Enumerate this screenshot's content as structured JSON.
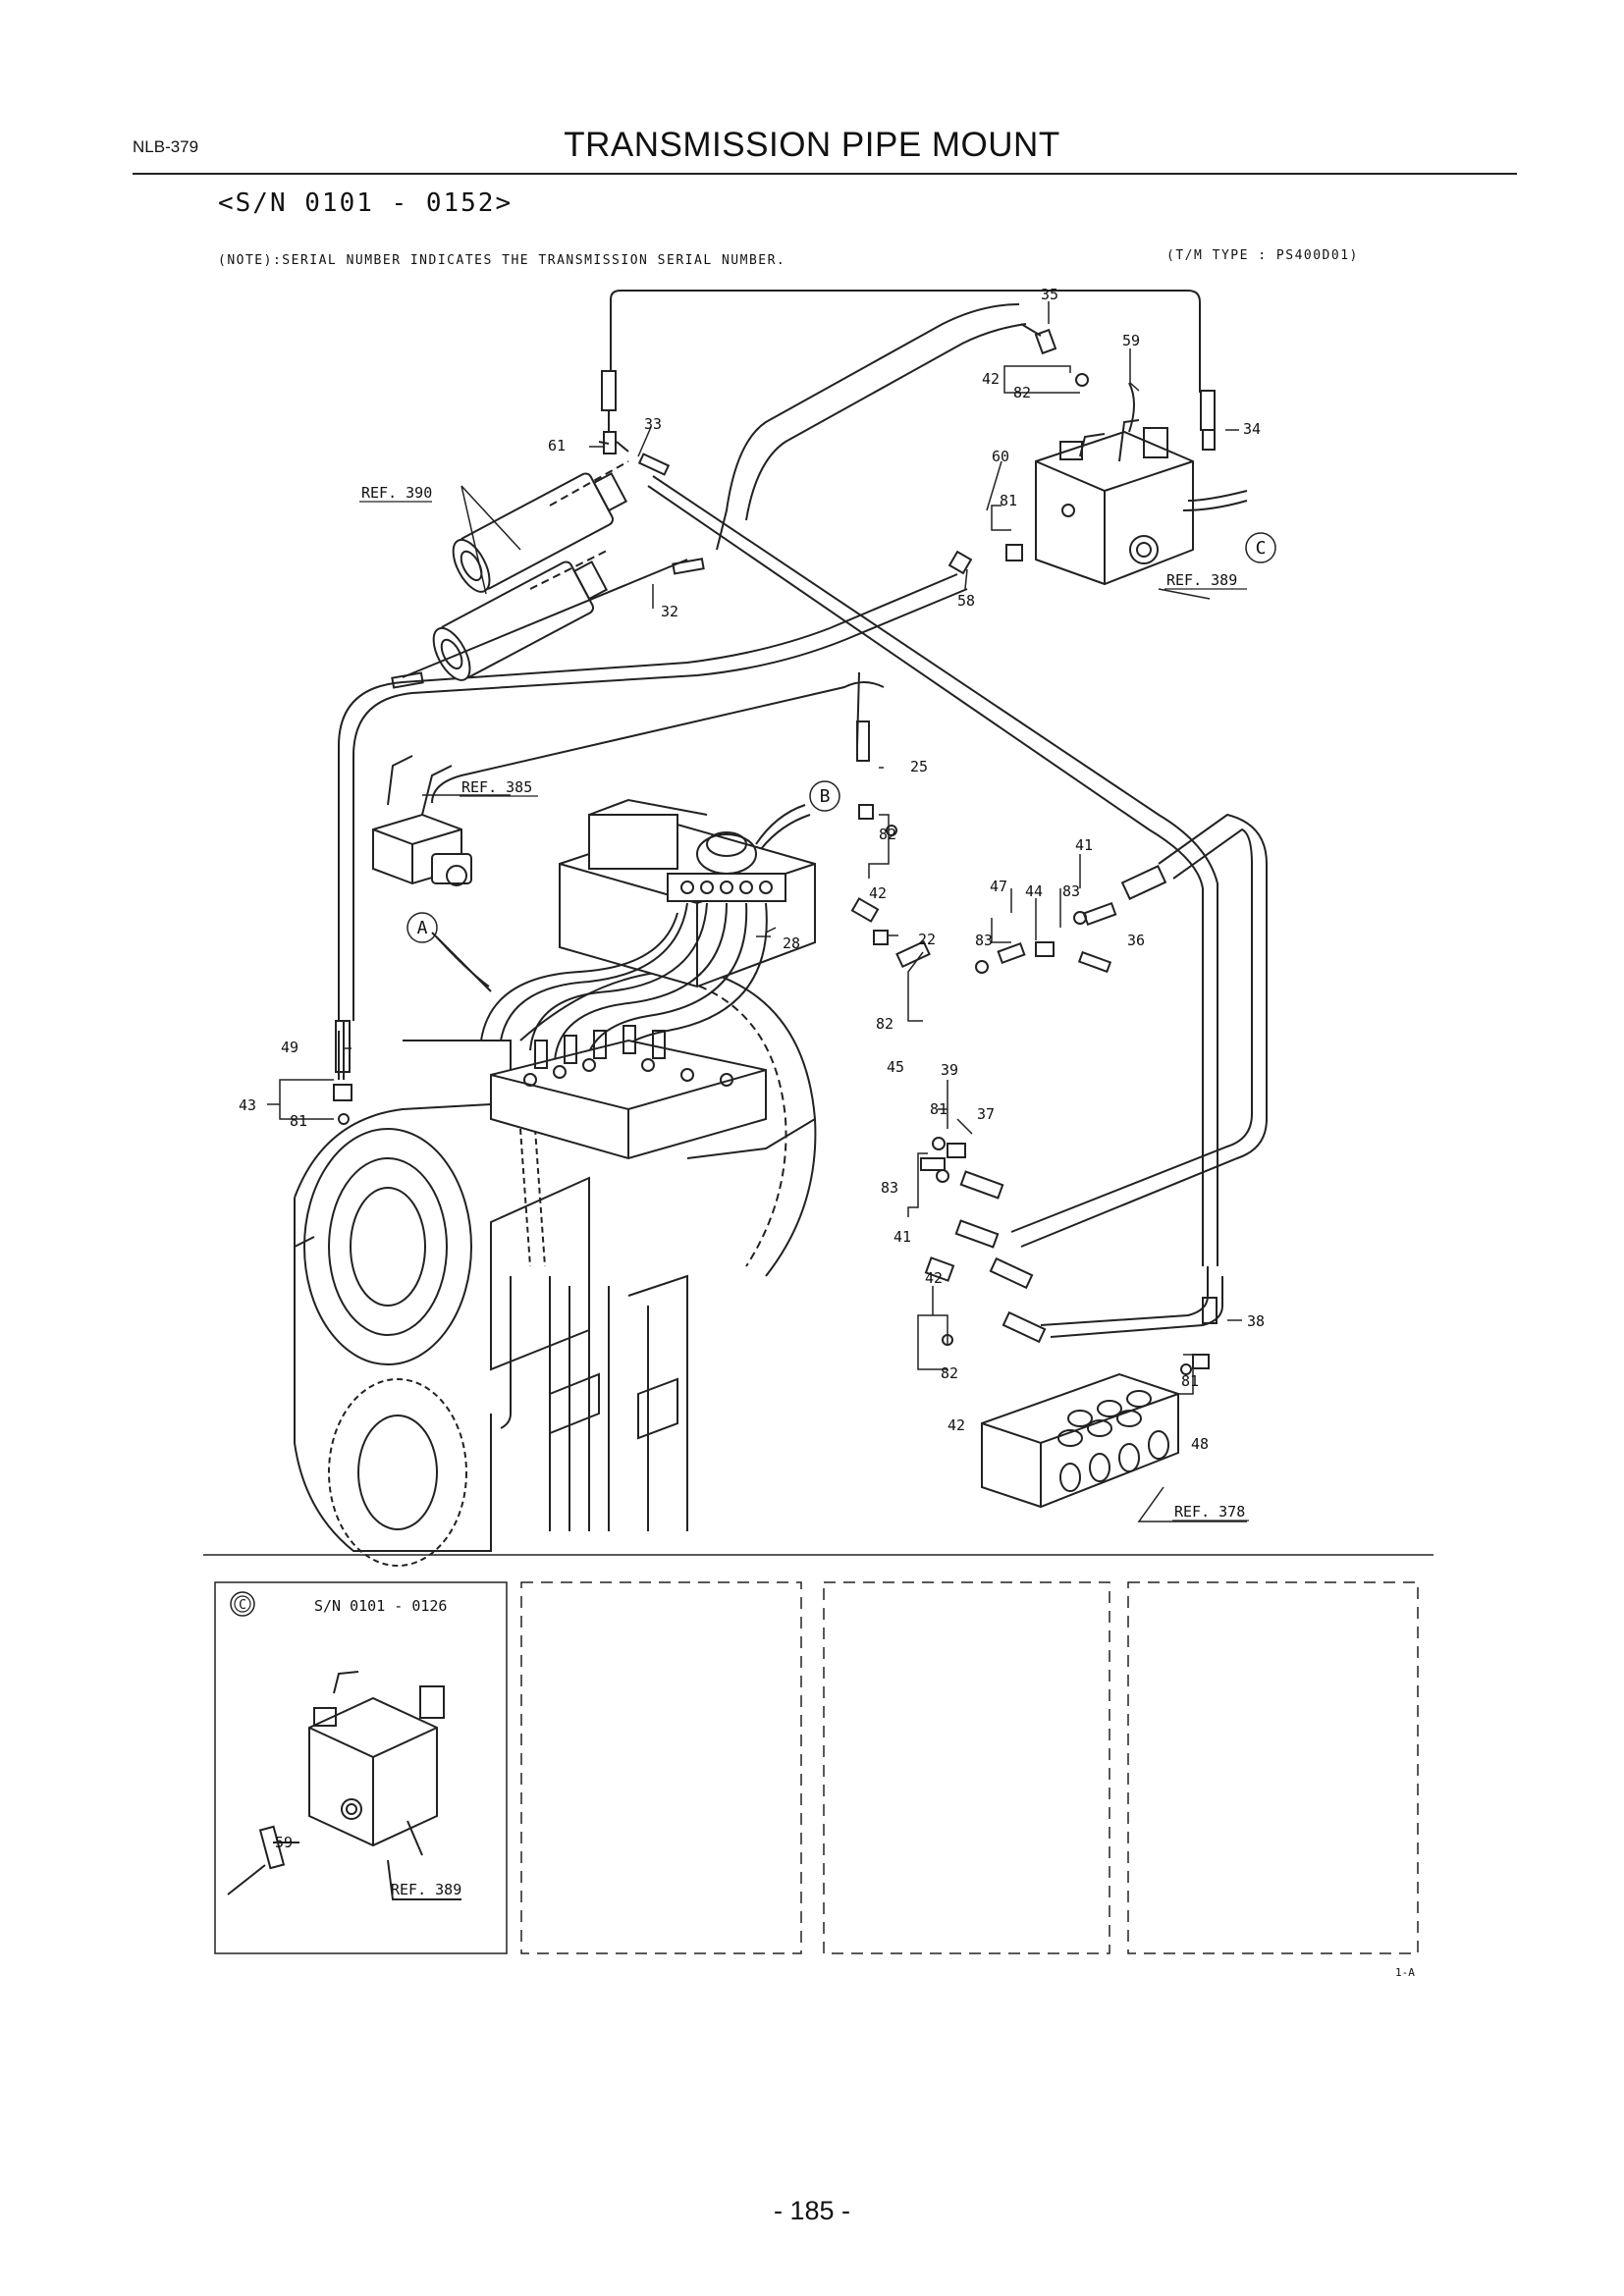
{
  "header": {
    "code": "NLB-379",
    "title": "TRANSMISSION PIPE MOUNT"
  },
  "serial_range": "<S/N 0101 - 0152>",
  "note": "(NOTE):SERIAL NUMBER INDICATES THE TRANSMISSION SERIAL NUMBER.",
  "tm_type": "(T/M TYPE : PS400D01)",
  "callouts": {
    "c35": "35",
    "c59": "59",
    "c42a": "42",
    "c82a": "82",
    "c34": "34",
    "c61": "61",
    "c33": "33",
    "c60": "60",
    "c81a": "81",
    "c58": "58",
    "c32": "32",
    "c25": "25",
    "c82b": "82",
    "c42b": "42",
    "c41a": "41",
    "c47": "47",
    "c44": "44",
    "c83a": "83",
    "c36": "36",
    "c83b": "83",
    "c28": "28",
    "c22": "22",
    "c82c": "82",
    "c45": "45",
    "c39": "39",
    "c81b": "81",
    "c37": "37",
    "c83c": "83",
    "c41b": "41",
    "c49": "49",
    "c43": "43",
    "c81c": "81",
    "c42c": "42",
    "c82d": "82",
    "c42d": "42",
    "c38": "38",
    "c81d": "81",
    "c48": "48",
    "c59b": "59"
  },
  "refs": {
    "r390": "REF. 390",
    "r389": "REF. 389",
    "r385": "REF. 385",
    "r378": "REF. 378",
    "r389b": "REF. 389"
  },
  "markers": {
    "a": "A",
    "b": "B",
    "c": "C",
    "c2": "C"
  },
  "inset": {
    "serial": "S/N 0101 - 0126"
  },
  "sheet_id": "1-A",
  "page_number": "- 185 -"
}
